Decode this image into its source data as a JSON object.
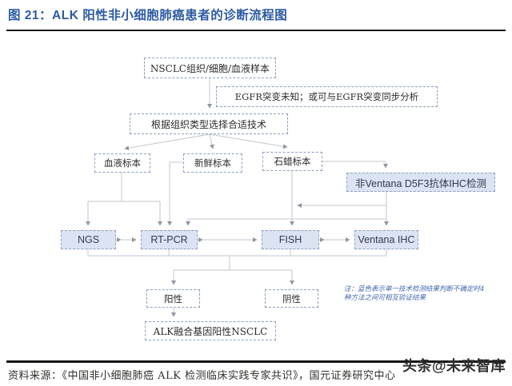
{
  "header": {
    "title": "图 21：ALK 阳性非小细胞肺癌患者的诊断流程图"
  },
  "flowchart": {
    "nodes": {
      "sample": "NSCLC组织/细胞/血液样本",
      "egfr": "EGFR突变未知；或可与EGFR突变同步分析",
      "select": "根据组织类型选择合适技术",
      "blood": "血液标本",
      "fresh": "新鲜标本",
      "paraffin": "石蜡标本",
      "non_ventana": "非Ventana D5F3抗体IHC检测",
      "ngs": "NGS",
      "rtpcr": "RT-PCR",
      "fish": "FISH",
      "ventana": "Ventana IHC",
      "positive": "阳性",
      "negative": "阴性",
      "alk_positive": "ALK融合基因阳性NSCLC"
    },
    "note": "注：蓝色表示单一技术检测结果判断不确定时4种方法之间可相互验证结果"
  },
  "footer": {
    "source": "资料来源：《中国非小细胞肺癌 ALK 检测临床实践专家共识》，国元证券研究中心",
    "watermark": "头条@未来智库"
  },
  "colors": {
    "title_blue": "#2d5ba6",
    "box_border": "#8e9fc4",
    "box_fill": "#dce4f3",
    "connector_gray": "#c3c7cf",
    "note_blue": "#4067b1"
  }
}
